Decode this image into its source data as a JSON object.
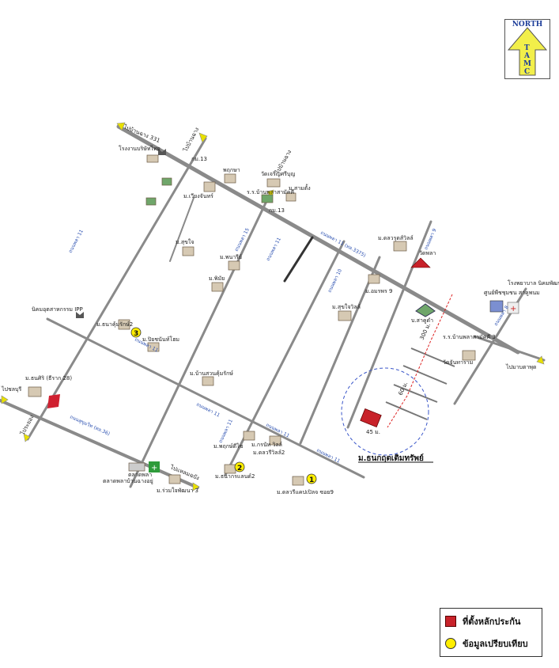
{
  "north_arrow": {
    "label": "NORTH",
    "letters": [
      "T",
      "A",
      "M",
      "C"
    ]
  },
  "legend": {
    "items": [
      {
        "label": "ที่ตั้งหลักประกัน",
        "color": "#c8222a"
      },
      {
        "label": "ข้อมูลเปรียบเทียบ",
        "color": "#ffee00"
      }
    ]
  },
  "subject": {
    "label": "ม.ธนกฤตเติมทรัพย์",
    "dim_a": "45 ม.",
    "dim_b": "60 ม.",
    "dim_c": "300 ม."
  },
  "roads": {
    "r1": "ถนนพลา 11",
    "r2": "ถนนพลา 11",
    "r3": "ถนนพลา 11",
    "r4": "ถนนพลา 11 (ทล.3375)",
    "r5": "ถนนพลา 15",
    "r6": "ถนนพลา 11",
    "r7": "ถนนพลา 10",
    "r8": "ถนนพลา 9",
    "r9": "ถนนพลา 8",
    "r10": "ถนนพลา 11",
    "r11": "ถนนพลา 11",
    "r12": "ถนนสุขุมวิท (ทล.36)",
    "r13": "ถนนพลา 11"
  },
  "places": {
    "p1": "ไปบ้านฉาง 331",
    "p2": "ไปบ้านฉาง",
    "p3": "โรงงานบริษัทไทย",
    "p4": "กม.13",
    "p5": "พฤกษา",
    "p6": "ม.เวียงจันทร์",
    "p7": "วัดเจริญศรีบุญ",
    "p8": "ร.ร.บ้านพลาสามัคคี",
    "p9": "ม.สามตั้ง",
    "p10": "กม.13",
    "p11": "ไปบ้านฉาง",
    "p12": "ม.สุขใจ",
    "p13": "ม.พนารีย์",
    "p14": "ม.พิมัย",
    "p15": "ม.ดลวรุดส์วิลล์",
    "p16": "วัดพลา",
    "p17": "ม.อมรพร 9",
    "p18": "ม.สุขใจวิลล์",
    "p19": "บ.สาคูดำ",
    "p20": "นิคมอุตสาหกรรม IPP",
    "p21": "ม.ธนาคุ้มรักษ์2",
    "p22": "ม.ปิยชนันท์โฮม",
    "p23": "ม.บ้านสวนคุ้มรักษ์",
    "p24": "ร.ร.บ้านพลาสามัคคี 3",
    "p25": "วัดจันทาราม",
    "p26": "ศูนย์พืชชุมชน สาคูพนม",
    "p27": "โรงพยาบาล นิคมพัฒนา",
    "p28": "ไปมาบตาพุด",
    "p29": "ม.ธนศิริ (ธีราก 28)",
    "p30": "ไปชลบุรี",
    "p31": "ไประยอง",
    "p32": "ม.พฤกษ์ดีไซ",
    "p33": "ม.กรนัท วิลล์",
    "p34": "ม.ดลวรีวิลล์2",
    "p35": "ม.ธนากรแลนด์2",
    "p36": "ตลาดพลา",
    "p37": "ตลาดพลาบ้านฉางอยู่",
    "p38": "ม.ร่วมใจพัฒนา 3",
    "p39": "ไปแหลมฉบัง",
    "p40": "ม.ดลวรีแคปเปิลจ ซอย9"
  },
  "markers": {
    "m1": "1",
    "m2": "2",
    "m3": "3"
  }
}
